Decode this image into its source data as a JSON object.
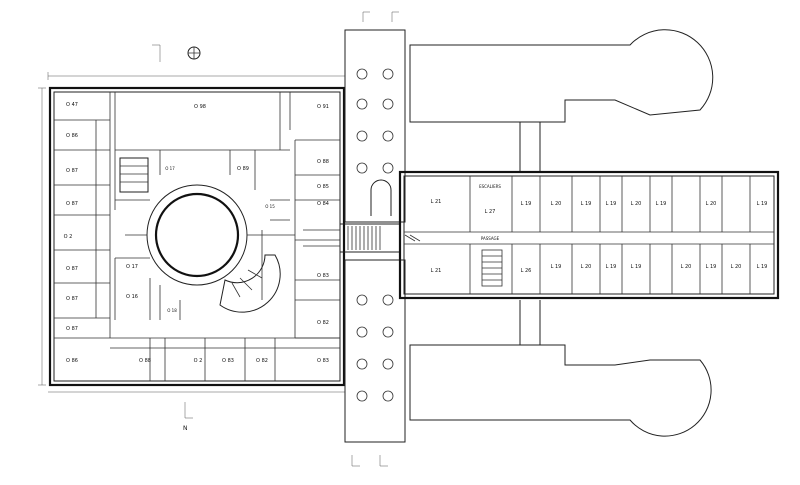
{
  "north_label": "N",
  "annotations": {
    "stair_note": "ESCALIERS",
    "corridor_note": "PASSAGE"
  },
  "rooms": {
    "left_block": [
      {
        "id": "o47",
        "label": "O 47"
      },
      {
        "id": "o98",
        "label": "O 98"
      },
      {
        "id": "o91",
        "label": "O 91"
      },
      {
        "id": "o86",
        "label": "O 86"
      },
      {
        "id": "o88",
        "label": "O 88"
      },
      {
        "id": "o87a",
        "label": "O 87"
      },
      {
        "id": "o85",
        "label": "O 85"
      },
      {
        "id": "o87b",
        "label": "O 87"
      },
      {
        "id": "o17",
        "label": "O 17"
      },
      {
        "id": "o89",
        "label": "O 89"
      },
      {
        "id": "o84",
        "label": "O 84"
      },
      {
        "id": "o15",
        "label": "O 15"
      },
      {
        "id": "o2a",
        "label": "O 2"
      },
      {
        "id": "o87c",
        "label": "O 87"
      },
      {
        "id": "o17b",
        "label": "O 17"
      },
      {
        "id": "o83",
        "label": "O 83"
      },
      {
        "id": "o87d",
        "label": "O 87"
      },
      {
        "id": "o16",
        "label": "O 16"
      },
      {
        "id": "o18",
        "label": "O 18"
      },
      {
        "id": "o87e",
        "label": "O 87"
      },
      {
        "id": "o82",
        "label": "O 82"
      },
      {
        "id": "o86b",
        "label": "O 86"
      },
      {
        "id": "o88b",
        "label": "O 88"
      },
      {
        "id": "o2b",
        "label": "O 2"
      },
      {
        "id": "o83b",
        "label": "O 83"
      },
      {
        "id": "o82b",
        "label": "O 82"
      },
      {
        "id": "o83c",
        "label": "O 83"
      }
    ],
    "right_block": [
      {
        "id": "l21a",
        "label": "L 21"
      },
      {
        "id": "l27",
        "label": "L 27"
      },
      {
        "id": "l19a",
        "label": "L 19"
      },
      {
        "id": "l20a",
        "label": "L 20"
      },
      {
        "id": "l19b",
        "label": "L 19"
      },
      {
        "id": "l19c",
        "label": "L 19"
      },
      {
        "id": "l20b",
        "label": "L 20"
      },
      {
        "id": "l19d",
        "label": "L 19"
      },
      {
        "id": "l20c",
        "label": "L 20"
      },
      {
        "id": "l19e",
        "label": "L 19"
      },
      {
        "id": "l21b",
        "label": "L 21"
      },
      {
        "id": "l26",
        "label": "L 26"
      },
      {
        "id": "l19f",
        "label": "L 19"
      },
      {
        "id": "l20d",
        "label": "L 20"
      },
      {
        "id": "l19g",
        "label": "L 19"
      },
      {
        "id": "l19h",
        "label": "L 19"
      },
      {
        "id": "l20e",
        "label": "L 20"
      },
      {
        "id": "l19i",
        "label": "L 19"
      },
      {
        "id": "l20f",
        "label": "L 20"
      },
      {
        "id": "l19j",
        "label": "L 19"
      }
    ]
  }
}
